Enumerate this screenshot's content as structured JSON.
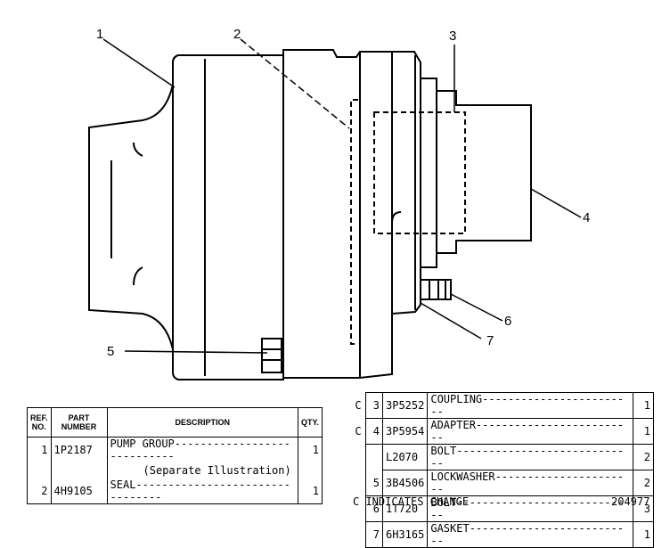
{
  "callouts": [
    "1",
    "2",
    "3",
    "4",
    "5",
    "6",
    "7"
  ],
  "left_table": {
    "headers": {
      "ref": "REF.\nNO.",
      "part": "PART\nNUMBER",
      "desc": "DESCRIPTION",
      "qty": "QTY."
    },
    "rows": [
      {
        "ref": "1",
        "part": "1P2187",
        "desc": "PUMP GROUP----------------------------",
        "qty": "1"
      },
      {
        "ref": "",
        "part": "",
        "desc": "(Separate Illustration)",
        "qty": ""
      },
      {
        "ref": "2",
        "part": "4H9105",
        "desc": "SEAL--------------------------------",
        "qty": "1"
      }
    ]
  },
  "right_table": {
    "rows": [
      {
        "c": "C",
        "ref": "3",
        "part": "3P5252",
        "desc": "COUPLING------------------------",
        "qty": "1"
      },
      {
        "c": "C",
        "ref": "4",
        "part": "3P5954",
        "desc": "ADAPTER-------------------------",
        "qty": "1"
      },
      {
        "c": "",
        "ref": "",
        "part": "L2070",
        "desc": "BOLT----------------------------",
        "qty": "2"
      },
      {
        "c": "",
        "ref": "5",
        "part": "3B4506",
        "desc": "LOCKWASHER----------------------",
        "qty": "2"
      },
      {
        "c": "",
        "ref": "6",
        "part": "1T720",
        "desc": "BOLT----------------------------",
        "qty": "3"
      },
      {
        "c": "",
        "ref": "7",
        "part": "6H3165",
        "desc": "GASKET--------------------------",
        "qty": "1"
      }
    ]
  },
  "footer": {
    "note": "C INDICATES CHANGE",
    "figure_number": "204977"
  }
}
